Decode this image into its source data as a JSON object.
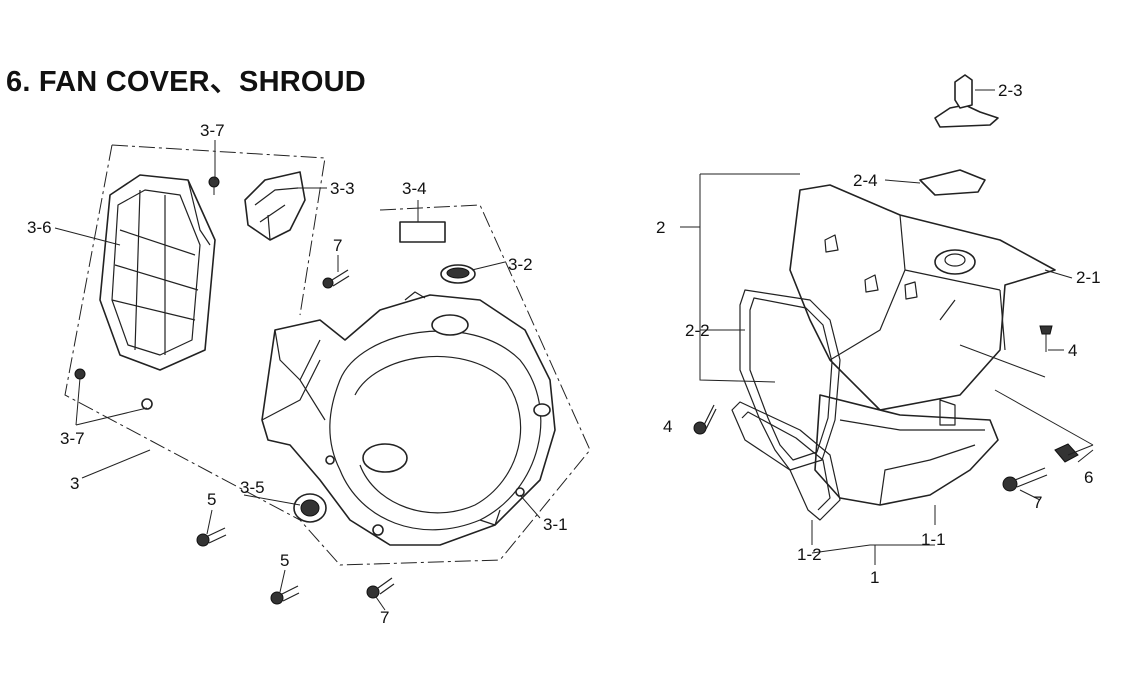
{
  "title": "6. FAN COVER、SHROUD",
  "callouts": {
    "c_3_7_top": "3-7",
    "c_3_3": "3-3",
    "c_3_4": "3-4",
    "c_3_6": "3-6",
    "c_7_top": "7",
    "c_3_2": "3-2",
    "c_3_7_bottom": "3-7",
    "c_3": "3",
    "c_3_5": "3-5",
    "c_5_a": "5",
    "c_3_1": "3-1",
    "c_5_b": "5",
    "c_7_bottom": "7",
    "c_2_3": "2-3",
    "c_2_4": "2-4",
    "c_2": "2",
    "c_2_1": "2-1",
    "c_2_2": "2-2",
    "c_4_right": "4",
    "c_4_left": "4",
    "c_6": "6",
    "c_7_right": "7",
    "c_1_1": "1-1",
    "c_1_2": "1-2",
    "c_1": "1"
  }
}
